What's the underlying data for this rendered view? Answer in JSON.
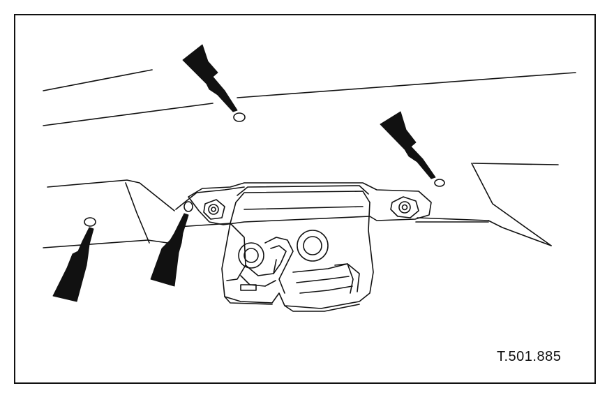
{
  "figure": {
    "reference_code": "T.501.885",
    "subject": "latch-mechanism",
    "pointer_count": 4,
    "colors": {
      "ink": "#111111",
      "background": "#ffffff"
    }
  }
}
